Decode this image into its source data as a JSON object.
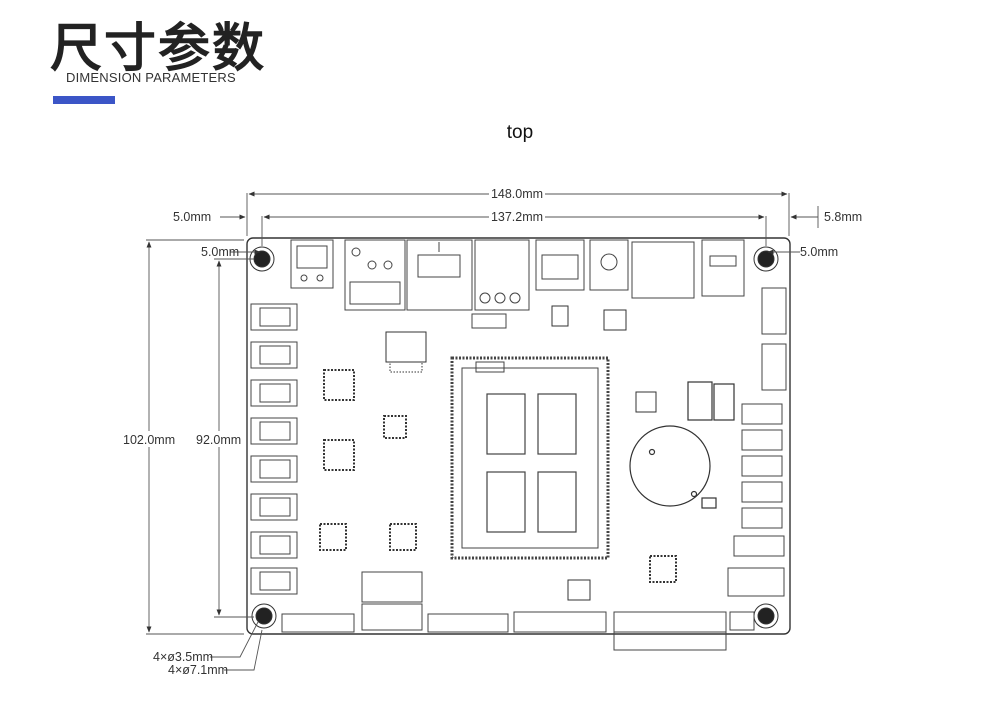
{
  "header": {
    "title_cn": "尺寸参数",
    "title_en": "DIMENSION PARAMETERS",
    "accent_color": "#3b55c7"
  },
  "view_label": "top",
  "dimensions": {
    "overall_width": "148.0mm",
    "hole_spacing_x": "137.2mm",
    "left_offset_outer": "5.0mm",
    "left_offset_inner": "5.0mm",
    "right_offset_outer": "5.8mm",
    "right_offset_inner": "5.0mm",
    "overall_height": "102.0mm",
    "hole_spacing_y": "92.0mm",
    "hole_diameter": "4×ø3.5mm",
    "pad_diameter": "4×ø7.1mm"
  }
}
